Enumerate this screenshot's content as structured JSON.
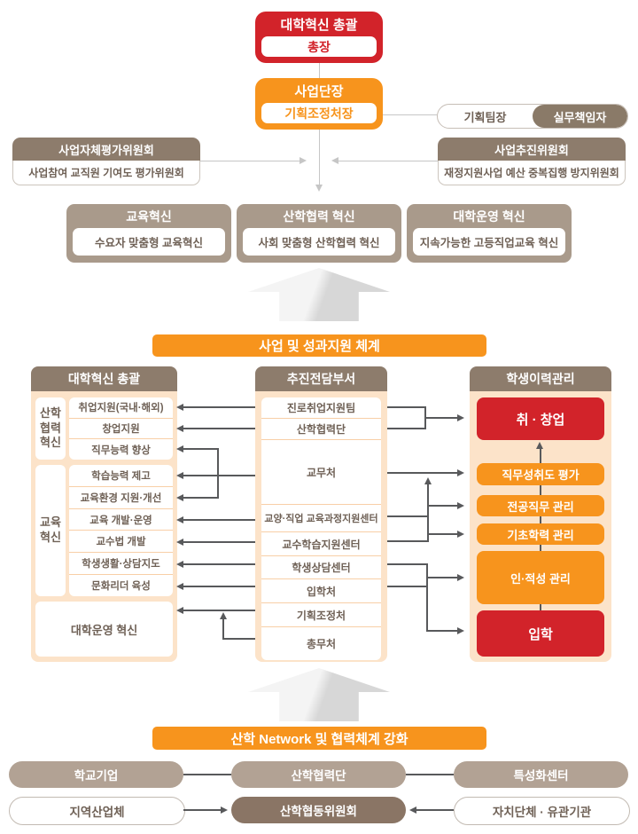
{
  "header": {
    "oversight_title": "대학혁신 총괄",
    "oversight_role": "총장",
    "director_title": "사업단장",
    "director_role": "기획조정처장",
    "planning_team_lead": "기획팀장",
    "working_manager": "실무책임자",
    "self_eval_committee": {
      "title": "사업자체평가위원회",
      "desc": "사업참여 교직원 기여도 평가위원회"
    },
    "promotion_committee": {
      "title": "사업추진위원회",
      "desc": "재정지원사업 예산 중복집행 방지위원회"
    }
  },
  "innovations": [
    {
      "title": "교육혁신",
      "desc": "수요자 맞춤형 교육혁신"
    },
    {
      "title": "산학협력 혁신",
      "desc": "사회 맞춤형 산학협력 혁신"
    },
    {
      "title": "대학운영 혁신",
      "desc": "지속가능한 고등직업교육 혁신"
    }
  ],
  "banner_support": "사업 및 성과지원 체계",
  "banner_network": "산학 Network 및 협력체계 강화",
  "left_panel": {
    "title": "대학혁신 총괄",
    "group1_label": [
      "산학",
      "협력",
      "혁신"
    ],
    "group1_items": [
      "취업지원(국내·해외)",
      "창업지원",
      "직무능력 향상"
    ],
    "group2_label": [
      "교육",
      "혁신"
    ],
    "group2_items": [
      "학습능력 제고",
      "교육환경 지원·개선",
      "교육 개발·운영",
      "교수법 개발",
      "학생생활·상담지도",
      "문화리더 육성"
    ],
    "footer": "대학운영 혁신"
  },
  "center_panel": {
    "title": "추진전담부서",
    "items": [
      "진로취업지원팀",
      "산학협력단",
      "교무처",
      "교양·직업 교육과정지원센터",
      "교수학습지원센터",
      "학생상담센터",
      "입학처",
      "기획조정처",
      "총무처"
    ]
  },
  "right_panel": {
    "title": "학생이력관리",
    "items": [
      "취 · 창업",
      "직무성취도 평가",
      "전공직무 관리",
      "기초학력 관리",
      "인·적성 관리",
      "입학"
    ]
  },
  "bottom": {
    "row1": [
      "학교기업",
      "산학협력단",
      "특성화센터"
    ],
    "row2": [
      "지역산업체",
      "산학협동위원회",
      "자치단체 · 유관기관"
    ]
  },
  "colors": {
    "red": "#d2232a",
    "orange": "#f7941d",
    "header_brown": "#8d7c6c",
    "taupe": "#a99a8b",
    "panel_peach": "#fce3c9",
    "pill_tan": "#b2a294",
    "pill_dark_brown": "#8a7565",
    "connector_dark": "#58595b",
    "connector_light": "#c6c6c6"
  }
}
